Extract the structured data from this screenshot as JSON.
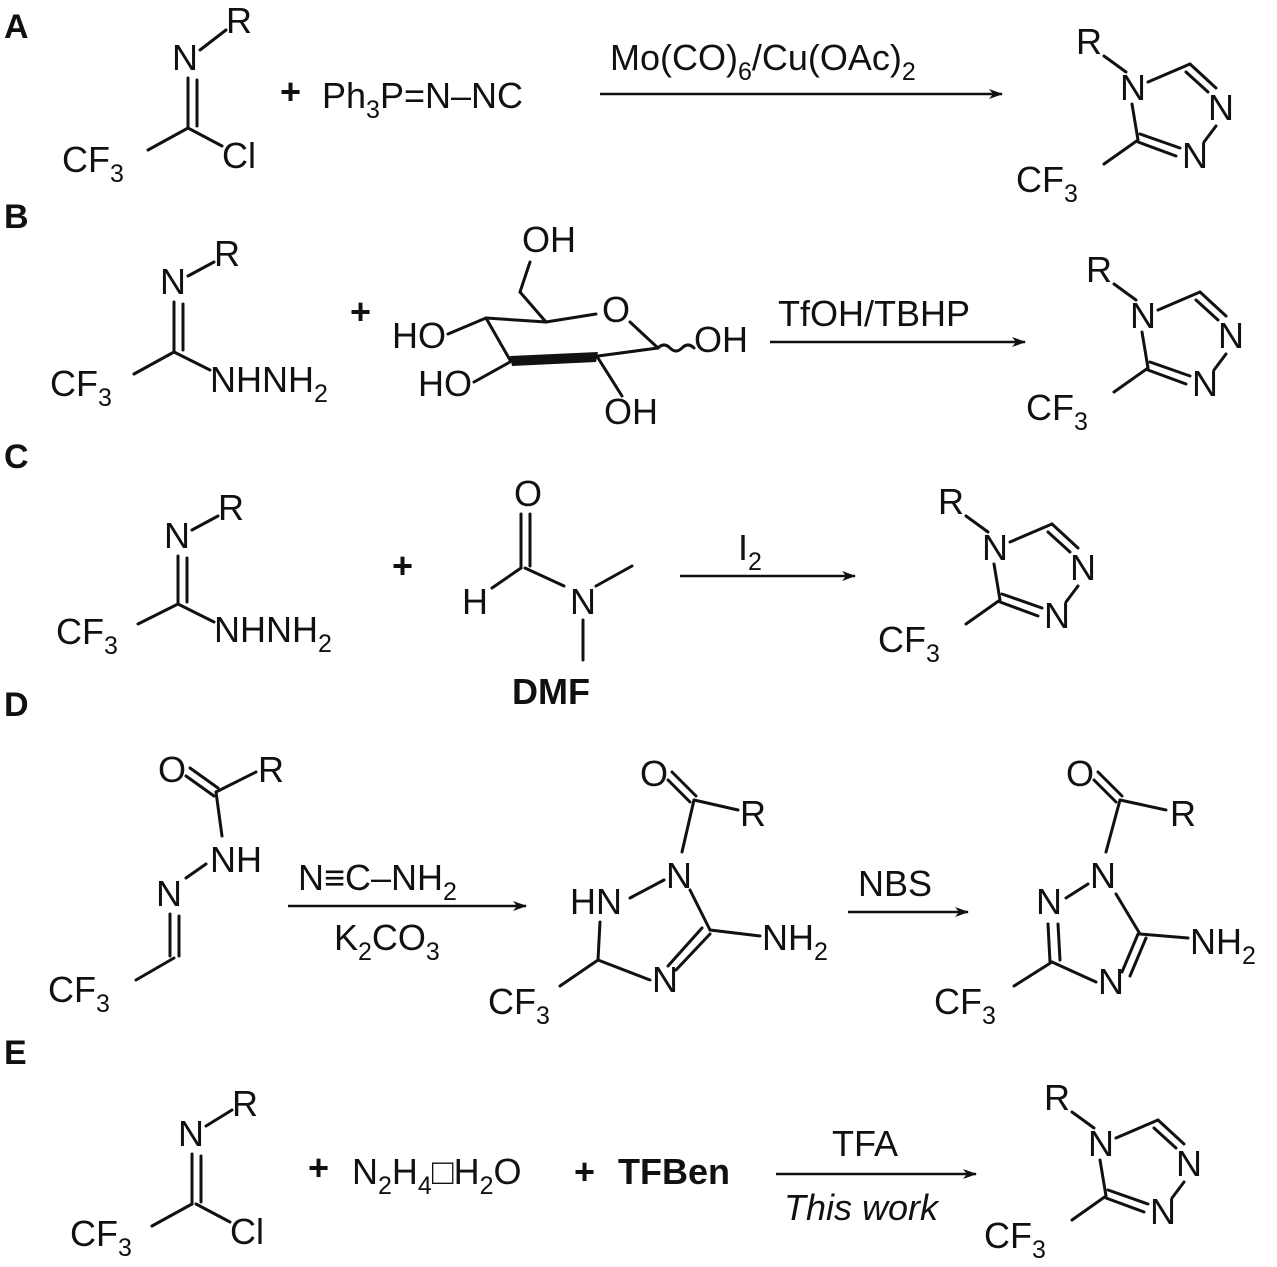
{
  "panels": {
    "A": {
      "letter": "A",
      "reactant1": {
        "r": "R",
        "n": "N",
        "cf3": "CF",
        "cf3_sub": "3",
        "cl": "Cl"
      },
      "plus": "+",
      "reagent": {
        "ph": "Ph",
        "ph_sub": "3",
        "rest": "P=N–NC"
      },
      "conditions": {
        "main": "Mo(CO)",
        "sub6": "6",
        "mid": "/Cu(OAc)",
        "sub2": "2"
      },
      "product": {
        "r": "R",
        "n4": "N",
        "n1": "N",
        "n2": "N",
        "cf3": "CF",
        "cf3_sub": "3"
      }
    },
    "B": {
      "letter": "B",
      "reactant1": {
        "r": "R",
        "n": "N",
        "cf3": "CF",
        "cf3_sub": "3",
        "nhnh": "NHNH",
        "nhnh_sub": "2"
      },
      "plus": "+",
      "sugar": {
        "oh_top": "OH",
        "o_ring": "O",
        "ho_left": "HO",
        "oh_right": "OH",
        "ho_bottom": "HO",
        "oh_bottom": "OH"
      },
      "conditions": "TfOH/TBHP",
      "product": {
        "r": "R",
        "n4": "N",
        "n1": "N",
        "n2": "N",
        "cf3": "CF",
        "cf3_sub": "3"
      }
    },
    "C": {
      "letter": "C",
      "reactant1": {
        "r": "R",
        "n": "N",
        "cf3": "CF",
        "cf3_sub": "3",
        "nhnh": "NHNH",
        "nhnh_sub": "2"
      },
      "plus": "+",
      "dmf": {
        "o": "O",
        "h": "H",
        "n": "N",
        "name": "DMF"
      },
      "conditions": {
        "main": "I",
        "sub": "2"
      },
      "product": {
        "r": "R",
        "n4": "N",
        "n1": "N",
        "n2": "N",
        "cf3": "CF",
        "cf3_sub": "3"
      }
    },
    "D": {
      "letter": "D",
      "reactant1": {
        "o": "O",
        "r": "R",
        "nh": "NH",
        "n": "N",
        "cf3": "CF",
        "cf3_sub": "3"
      },
      "conditions1": {
        "top": "N≡C–NH",
        "top_sub": "2",
        "bottom_k": "K",
        "bottom_k_sub": "2",
        "bottom_co": "CO",
        "bottom_co_sub": "3"
      },
      "intermediate": {
        "o": "O",
        "r": "R",
        "hn": "HN",
        "n1": "N",
        "nh2": "NH",
        "nh2_sub": "2",
        "n": "N",
        "cf3": "CF",
        "cf3_sub": "3"
      },
      "conditions2": "NBS",
      "product": {
        "o": "O",
        "r": "R",
        "n2": "N",
        "n1": "N",
        "nh2": "NH",
        "nh2_sub": "2",
        "n": "N",
        "cf3": "CF",
        "cf3_sub": "3"
      }
    },
    "E": {
      "letter": "E",
      "reactant1": {
        "r": "R",
        "n": "N",
        "cf3": "CF",
        "cf3_sub": "3",
        "cl": "Cl"
      },
      "plus1": "+",
      "hydrazine": {
        "n": "N",
        "n_sub": "2",
        "h": "H",
        "h_sub": "4",
        "dot": "□",
        "h2": "H",
        "h2_sub": "2",
        "o": "O"
      },
      "plus2": "+",
      "tfben": "TFBen",
      "conditions": {
        "top": "TFA",
        "bottom": "This work"
      },
      "product": {
        "r": "R",
        "n4": "N",
        "n1": "N",
        "n2": "N",
        "cf3": "CF",
        "cf3_sub": "3"
      }
    }
  }
}
